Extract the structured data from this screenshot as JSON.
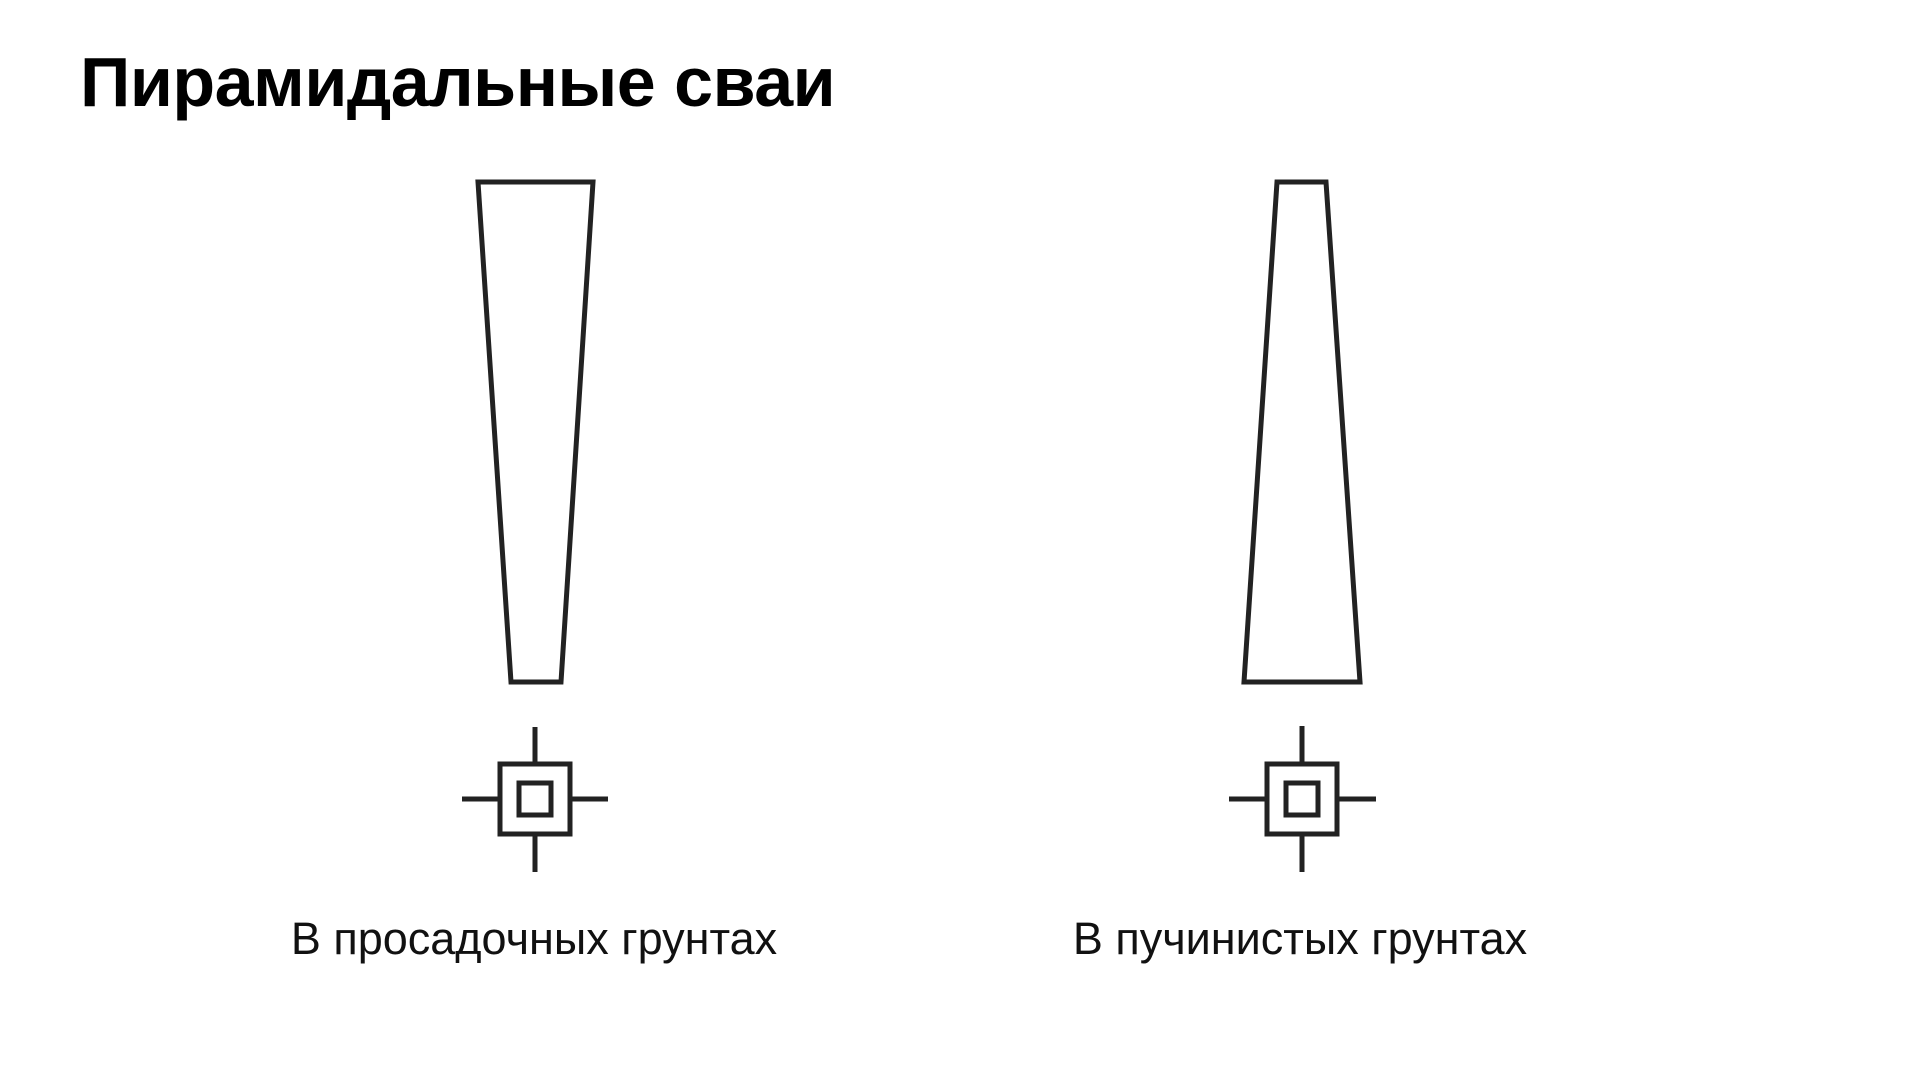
{
  "title": "Пирамидальные сваи",
  "colors": {
    "stroke": "#222222",
    "background": "#ffffff",
    "text": "#000000"
  },
  "piles": [
    {
      "name": "pile-collapsible-soil",
      "caption": "В просадочных грунтах",
      "orientation": "wide-top-narrow-bottom",
      "plan_icon": "square-in-square-crosshair-icon"
    },
    {
      "name": "pile-heaving-soil",
      "caption": "В пучинистых грунтах",
      "orientation": "narrow-top-wide-bottom",
      "plan_icon": "square-in-square-crosshair-icon"
    }
  ]
}
